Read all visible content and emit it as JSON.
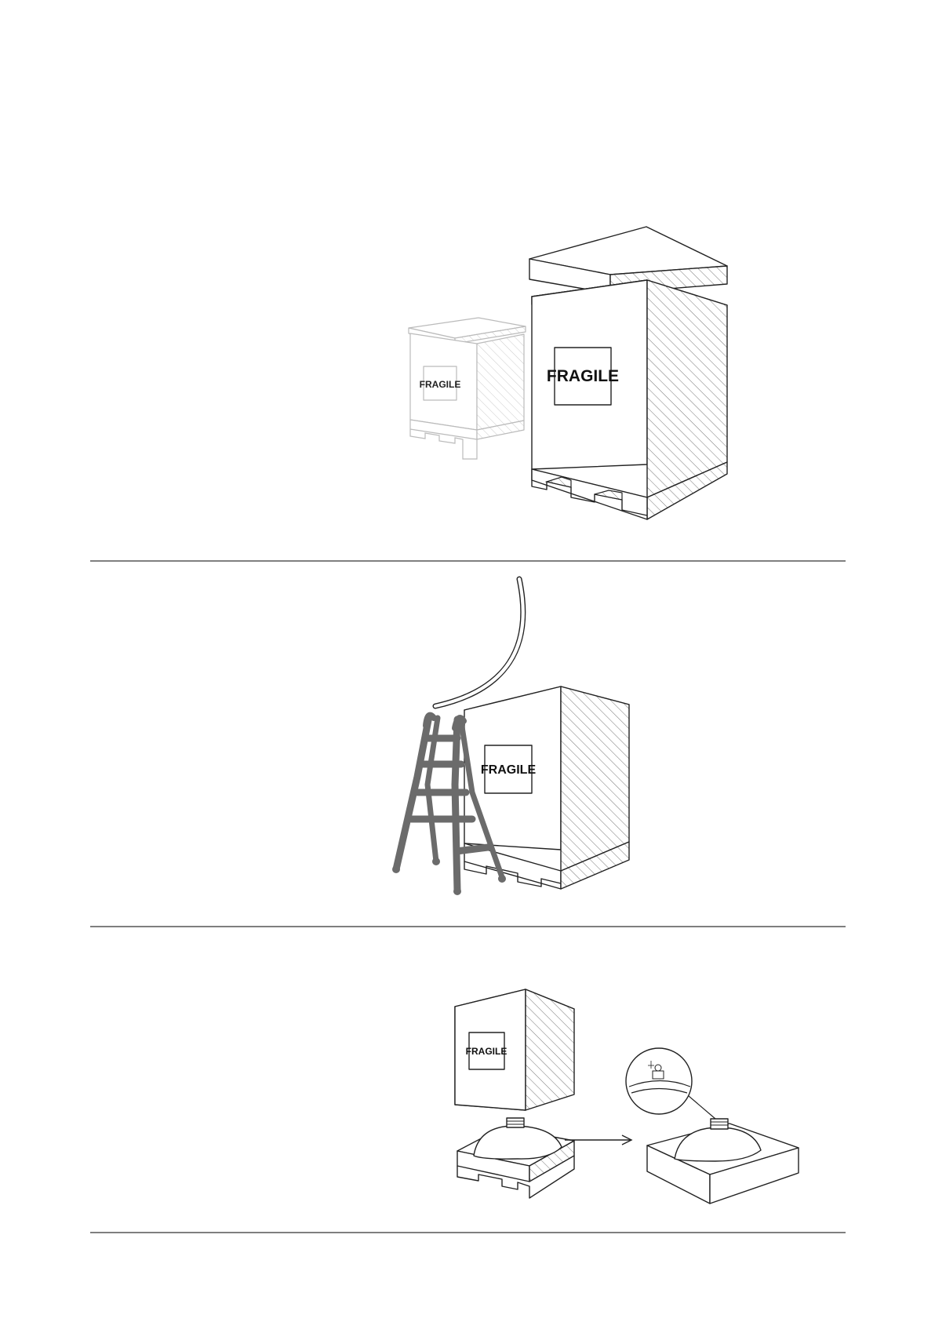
{
  "labels": {
    "fragile_1": "FRAGILE",
    "fragile_2": "FRAGILE",
    "fragile_3": "FRAGILE",
    "fragile_4": "FRAGILE",
    "fragile_5": "FRAGILE"
  },
  "icons": {
    "ghost_crate": "crate-outline-icon",
    "crate": "crate-icon",
    "lid": "crate-lid-icon",
    "ladder": "step-ladder-icon",
    "strap": "strap-icon",
    "dome": "dome-lamp-icon",
    "arrow": "arrow-right-icon",
    "detail": "magnified-detail-icon"
  },
  "colors": {
    "line": "#222222",
    "ladder": "#6b6b6b",
    "faint": "#bbbbbb"
  }
}
